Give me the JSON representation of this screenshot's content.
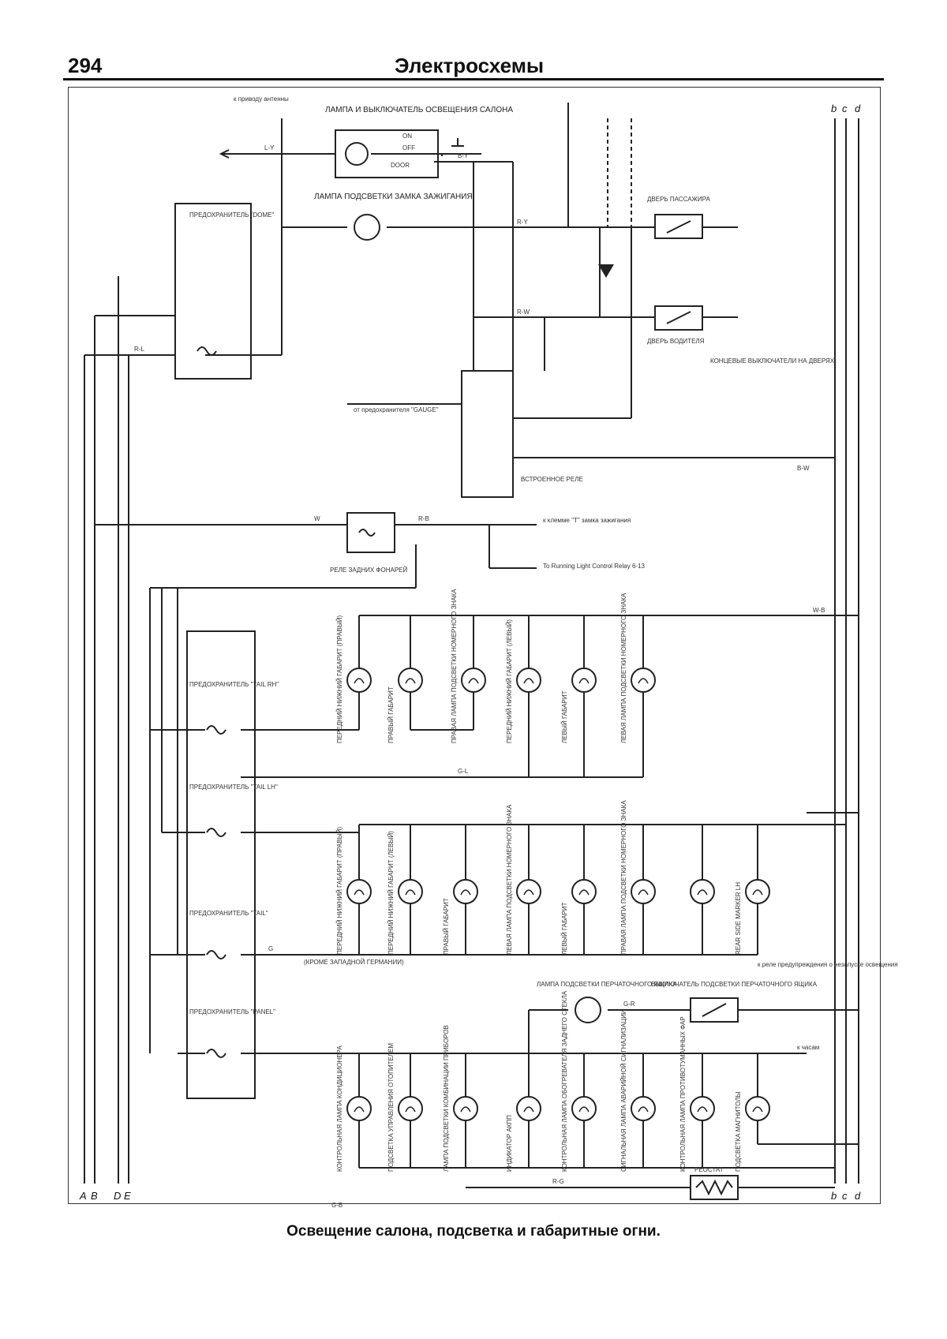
{
  "header": {
    "page_number": "294",
    "title": "Электросхемы"
  },
  "caption": "Освещение салона, подсветка и габаритные огни.",
  "labels": {
    "dome_lamp": "ЛАМПА И ВЫКЛЮЧАТЕЛЬ ОСВЕЩЕНИЯ САЛОНА",
    "switch_on": "ON",
    "switch_off": "OFF",
    "switch_door": "DOOR",
    "ignition_lamp": "ЛАМПА ПОДСВЕТКИ ЗАМКА ЗАЖИГАНИЯ",
    "to_antenna": "к приводу антенны",
    "built_in_relay": "ВСТРОЕННОЕ РЕЛЕ",
    "from_gauge": "от предохранителя \"GAUGE\"",
    "taillight_relay": "РЕЛЕ ЗАДНИХ ФОНАРЕЙ",
    "to_term_t": "к клемме \"T\" замка зажигания",
    "to_running_light": "To Running Light Control Relay 6-13",
    "passenger_door": "ДВЕРЬ ПАССАЖИРА",
    "driver_door": "ДВЕРЬ ВОДИТЕЛЯ",
    "door_switches": "КОНЦЕВЫЕ ВЫКЛЮЧАТЕЛИ НА ДВЕРЯХ",
    "glovebox_lamp": "ЛАМПА ПОДСВЕТКИ ПЕРЧАТОЧНОГО ЯЩИКА",
    "glovebox_switch": "ВЫКЛЮЧАТЕЛЬ ПОДСВЕТКИ ПЕРЧАТОЧНОГО ЯЩИКА",
    "rheostat": "РЕОСТАТ",
    "to_clock": "к часам",
    "except_west_germany": "(КРОМЕ ЗАПАДНОЙ ГЕРМАНИИ)",
    "to_illumination": "к реле предупреждения о незапуске освещения"
  },
  "fuses": [
    {
      "label": "ПРЕДОХРАНИТЕЛЬ \"DOME\""
    },
    {
      "label": "ПРЕДОХРАНИТЕЛЬ \"TAIL RH\""
    },
    {
      "label": "ПРЕДОХРАНИТЕЛЬ \"TAIL LH\""
    },
    {
      "label": "ПРЕДОХРАНИТЕЛЬ \"TAIL\""
    },
    {
      "label": "ПРЕДОХРАНИТЕЛЬ \"PANEL\""
    }
  ],
  "lamps_row1": [
    {
      "label": "ПЕРЕДНИЙ НИЖНИЙ ГАБАРИТ (ПРАВЫЙ)"
    },
    {
      "label": "ПРАВЫЙ ГАБАРИТ"
    },
    {
      "label": "ПРАВАЯ ЛАМПА ПОДСВЕТКИ НОМЕРНОГО ЗНАКА"
    },
    {
      "label": "ПЕРЕДНИЙ НИЖНИЙ ГАБАРИТ (ЛЕВЫЙ)"
    },
    {
      "label": "ЛЕВЫЙ ГАБАРИТ"
    },
    {
      "label": "ЛЕВАЯ ЛАМПА ПОДСВЕТКИ НОМЕРНОГО ЗНАКА"
    }
  ],
  "lamps_row2": [
    {
      "label": "ПЕРЕДНИЙ НИЖНИЙ ГАБАРИТ (ПРАВЫЙ)"
    },
    {
      "label": "ПЕРЕДНИЙ НИЖНИЙ ГАБАРИТ (ЛЕВЫЙ)"
    },
    {
      "label": "ПРАВЫЙ ГАБАРИТ"
    },
    {
      "label": "ЛЕВАЯ ЛАМПА ПОДСВЕТКИ НОМЕРНОГО ЗНАКА"
    },
    {
      "label": "ЛЕВЫЙ ГАБАРИТ"
    },
    {
      "label": "ПРАВАЯ ЛАМПА ПОДСВЕТКИ НОМЕРНОГО ЗНАКА"
    },
    {
      "label": ""
    },
    {
      "label": "REAR SIDE MARKER LH"
    }
  ],
  "lamps_row3": [
    {
      "label": "КОНТРОЛЬНАЯ ЛАМПА КОНДИЦИОНЕРА"
    },
    {
      "label": "ПОДСВЕТКА УПРАВЛЕНИЯ ОТОПИТЕЛЕМ"
    },
    {
      "label": "ЛАМПА ПОДСВЕТКИ КОМБИНАЦИИ ПРИБОРОВ"
    },
    {
      "label": "ИНДИКАТОР АКПП"
    },
    {
      "label": "КОНТРОЛЬНАЯ ЛАМПА ОБОГРЕВАТЕЛЯ ЗАДНЕГО СТЕКЛА"
    },
    {
      "label": "СИГНАЛЬНАЯ ЛАМПА АВАРИЙНОЙ СИГНАЛИЗАЦИИ"
    },
    {
      "label": "КОНТРОЛЬНАЯ ЛАМПА ПРОТИВОТУМАННЫХ ФАР"
    },
    {
      "label": "ПОДСВЕТКА МАГНИТОЛЫ"
    }
  ],
  "connectors": {
    "left": [
      "A",
      "B",
      "D",
      "E"
    ],
    "right_top": [
      "b",
      "c",
      "d"
    ],
    "right_bottom": [
      "b",
      "c",
      "d"
    ]
  },
  "wire_codes": {
    "ly": "L-Y",
    "by": "B-Y",
    "ry": "R-Y",
    "rl": "R-L",
    "rw": "R-W",
    "w": "W",
    "wb": "W-B",
    "gl": "G-L",
    "g": "G",
    "rb": "R-B",
    "gr": "G-R",
    "bw": "B-W",
    "rg": "R-G",
    "gb": "G-B"
  }
}
